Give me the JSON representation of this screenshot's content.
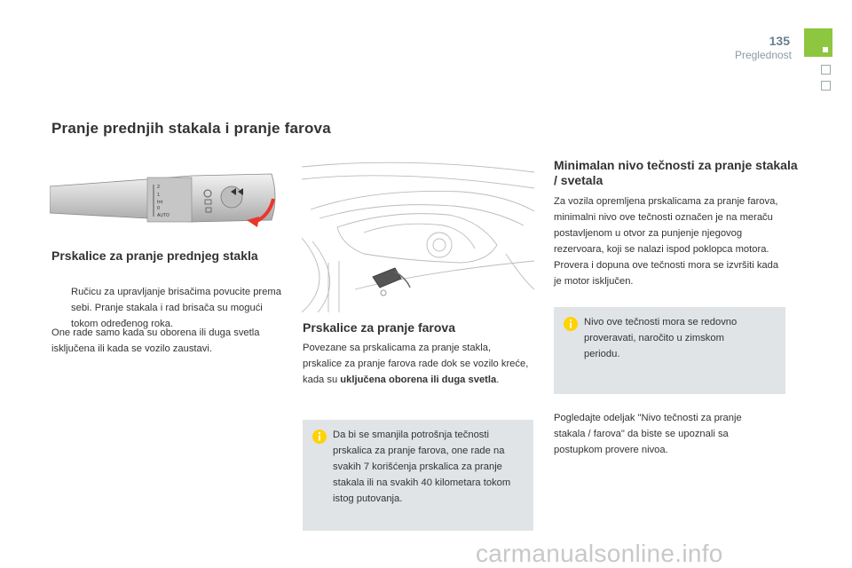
{
  "header": {
    "page_number": "135",
    "section": "Preglednost",
    "accent_color": "#8dc63f"
  },
  "title": "Pranje prednjih stakala i pranje farova",
  "left_column": {
    "stalk_labels": [
      "2",
      "1",
      "Int",
      "0",
      "AUTO"
    ],
    "heading": "Prskalice za pranje prednjeg stakla",
    "bullet_symbol": "",
    "bullet_text": "Ručicu za upravljanje brisačima povucite prema sebi. Pranje stakala i rad brisača su mogući tokom određenog roka.",
    "text": "One rade samo kada su oborena ili duga svetla isključena ili kada se vozilo zaustavi."
  },
  "middle_column": {
    "heading": "Prskalice za pranje farova",
    "text_start": "Povezane sa prskalicama za pranje stakla, prskalice za pranje farova rade dok se vozilo kreće, kada su ",
    "text_bold": "uključena oborena ili duga svetla",
    "text_end": ".",
    "note": "Da bi se smanjila potrošnja tečnosti prskalica za pranje farova, one rade na svakih 7 korišćenja prskalica za pranje stakala ili na svakih 40 kilometara tokom istog putovanja."
  },
  "right_column": {
    "heading": "Minimalan nivo tečnosti za pranje stakala / svetala",
    "text": "Za vozila opremljena prskalicama za pranje farova, minimalni nivo ove tečnosti označen je na meraču postavljenom u otvor za punjenje njegovog rezervoara, koji se nalazi ispod poklopca motora. Provera i dopuna ove tečnosti mora se izvršiti kada je motor isključen.",
    "note": "Nivo ove tečnosti mora se redovno proveravati, naročito u zimskom periodu.",
    "text2": "Pogledajte odeljak \"Nivo tečnosti za pranje stakala / farova\" da biste se upoznali sa postupkom provere nivoa."
  },
  "watermark": "carmanualsonline.info",
  "icons": {
    "info": "info-icon",
    "note_box_color": "#e0e4e6"
  }
}
